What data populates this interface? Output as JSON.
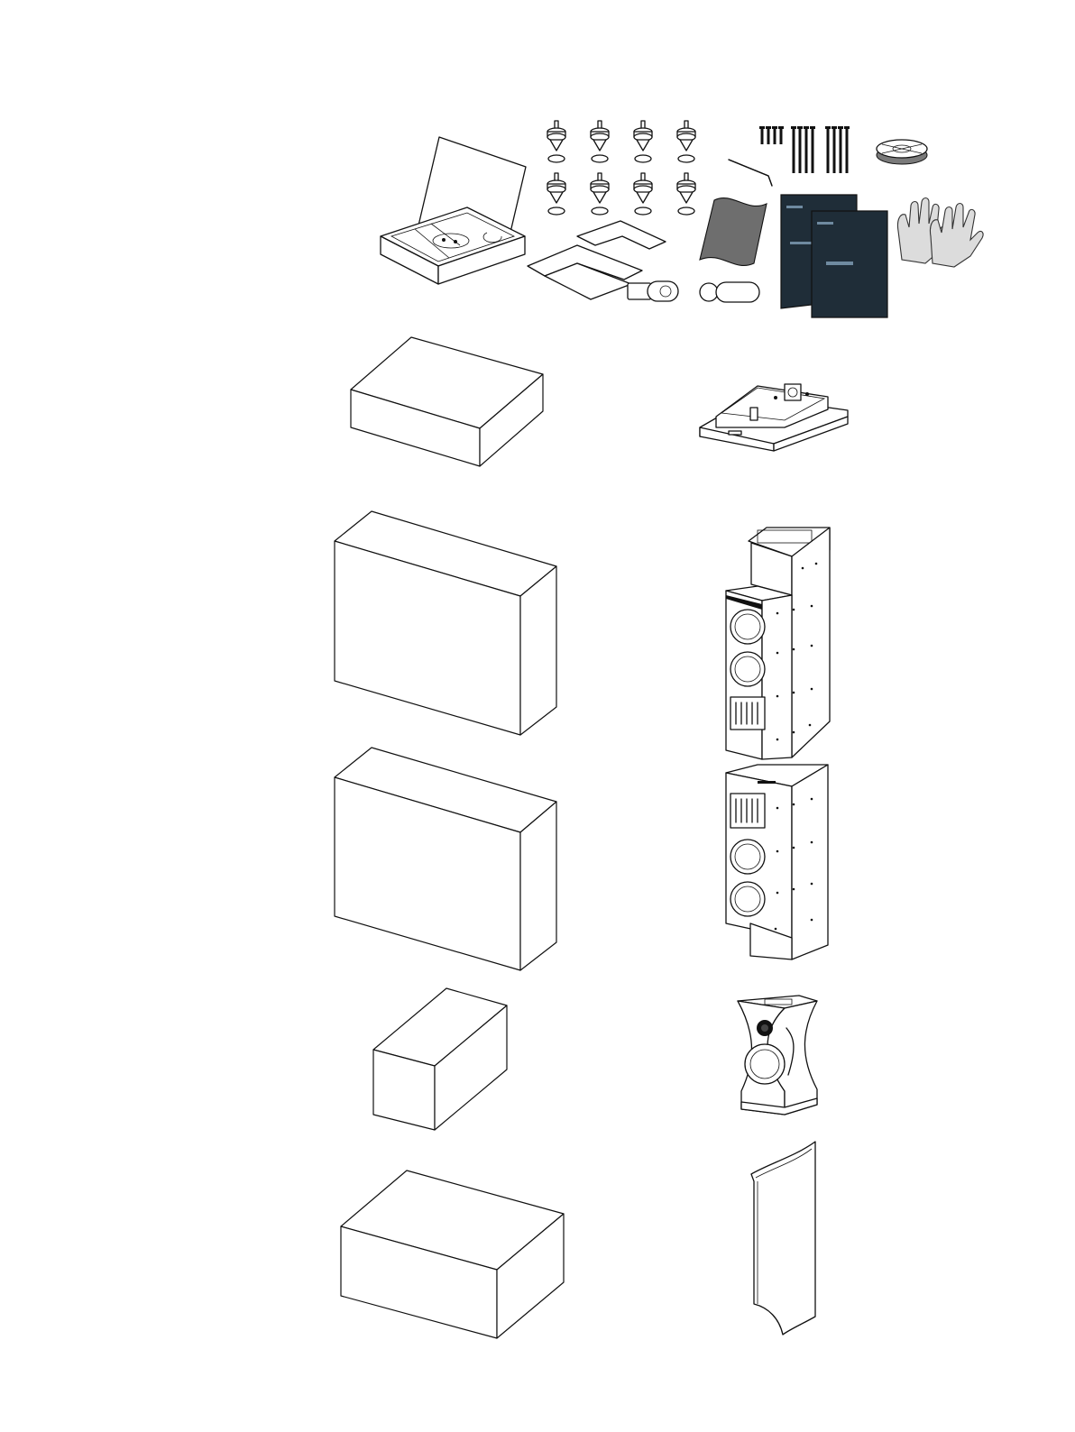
{
  "figure": {
    "kind": "packing-contents-illustration",
    "text_labels": [],
    "rows": [
      {
        "left": "accessory-case",
        "right": "accessory-items"
      },
      {
        "left": "carton-small-flat",
        "right": "speaker-base"
      },
      {
        "left": "carton-large",
        "right": "speaker-module-lower"
      },
      {
        "left": "carton-large",
        "right": "speaker-module-upper"
      },
      {
        "left": "carton-small",
        "right": "speaker-top-unit"
      },
      {
        "left": "carton-flat",
        "right": "rear-panel"
      }
    ],
    "accessories": {
      "spike_count": 8,
      "bolt_groups": 3,
      "manual_count": 2,
      "gloves": 1
    },
    "colors": {
      "line": "#111111",
      "manual": "#1f2d38",
      "background": "#ffffff"
    }
  }
}
